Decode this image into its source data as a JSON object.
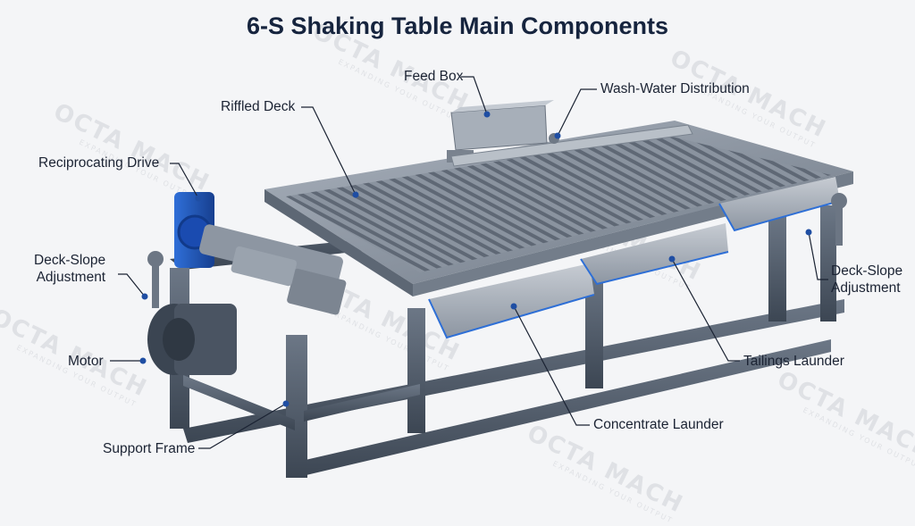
{
  "title": "6-S Shaking Table Main Components",
  "watermark": {
    "brand": "OCTA MACH",
    "tagline": "EXPANDING YOUR OUTPUT"
  },
  "labels": {
    "feed_box": "Feed Box",
    "wash_water": "Wash-Water Distribution",
    "riffled_deck": "Riffled Deck",
    "reciprocating_drive": "Reciprocating Drive",
    "deck_slope_left_1": "Deck-Slope",
    "deck_slope_left_2": "Adjustment",
    "deck_slope_right_1": "Deck-Slope",
    "deck_slope_right_2": "Adjustment",
    "motor": "Motor",
    "tailings_launder": "Tailings Launder",
    "support_frame": "Support Frame",
    "concentrate_launder": "Concentrate Launder"
  },
  "colors": {
    "title": "#16243e",
    "label": "#1b2333",
    "leader": "#1b2333",
    "dot": "#1f4ea3",
    "steel_frame": "#4f5b6b",
    "deck_surface": "#8c96a3",
    "drive_housing": "#1f5bbf",
    "launder_edge": "#2e6fd6"
  }
}
